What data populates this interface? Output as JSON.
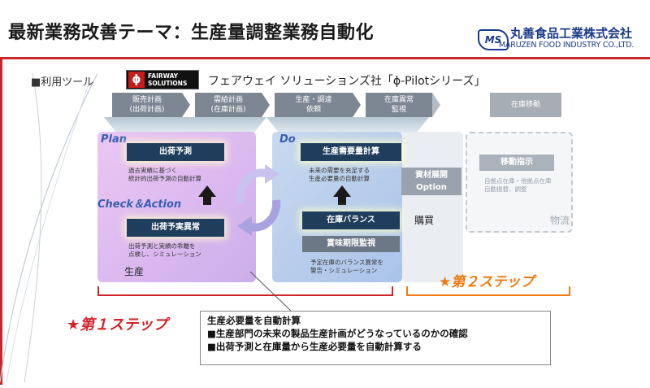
{
  "title": "最新業務改善テーマ：生産量調整業務自動化",
  "company": {
    "mark": "MS",
    "name_jp": "丸善食品工業株式会社",
    "name_en": "MARUZEN FOOD INDUSTRY CO.,LTD."
  },
  "tool": {
    "label": "■利用ツール",
    "logo_text": "FAIRWAY SOLUTIONS",
    "logo_symbol": "ϕ",
    "description": "フェアウェイ ソリューションズ社「ϕ-Pilotシリーズ」"
  },
  "flow": [
    {
      "line1": "販売計画",
      "line2": "(出荷計画)"
    },
    {
      "line1": "需給計画",
      "line2": "(在庫計画)"
    },
    {
      "line1": "生産・調達",
      "line2": "依頼"
    },
    {
      "line1": "在庫異常",
      "line2": "監視"
    },
    {
      "line1": "在庫移動",
      "line2": ""
    }
  ],
  "zones": {
    "plan": "Plan",
    "do": "Do",
    "check_action": "Check＆Action",
    "production": "生産",
    "purchasing": "購買",
    "logistics": "物流",
    "materials_line1": "資材展開",
    "materials_line2": "Option"
  },
  "boxes": {
    "shipping_forecast": "出荷予測",
    "shipping_forecast_desc1": "過去実績に基づく",
    "shipping_forecast_desc2": "統計的出荷予測の自動計算",
    "shipping_anomaly": "出荷予実異常",
    "shipping_anomaly_desc1": "出荷予測と実績の乖離を",
    "shipping_anomaly_desc2": "点検し、シミュレーション",
    "production_requirement": "生産需要量計算",
    "production_requirement_desc1": "未来の需要を充足する",
    "production_requirement_desc2": "生産必要量の自動計算",
    "inventory_balance": "在庫バランス",
    "expiry_monitor": "賞味期限監視",
    "inventory_desc1": "予定在庫のバランス異常を",
    "inventory_desc2": "警告・シミュレーション",
    "transfer": "移動指示",
    "transfer_desc1": "自拠点在庫・他拠点在庫",
    "transfer_desc2": "自動振替、調整"
  },
  "steps": {
    "step1": "★第１ステップ",
    "step2": "★第２ステップ"
  },
  "callout": {
    "heading": "生産必要量を自動計算",
    "item1": "■生産部門の未来の製品生産計画がどうなっているのかの確認",
    "item2": "■出荷予測と在庫量から生産必要量を自動計算する"
  },
  "colors": {
    "accent_red": "#c9262d",
    "brand_blue": "#1a3a8a",
    "box_navy": "#1f3d5c",
    "step2_orange": "#f07a10"
  }
}
